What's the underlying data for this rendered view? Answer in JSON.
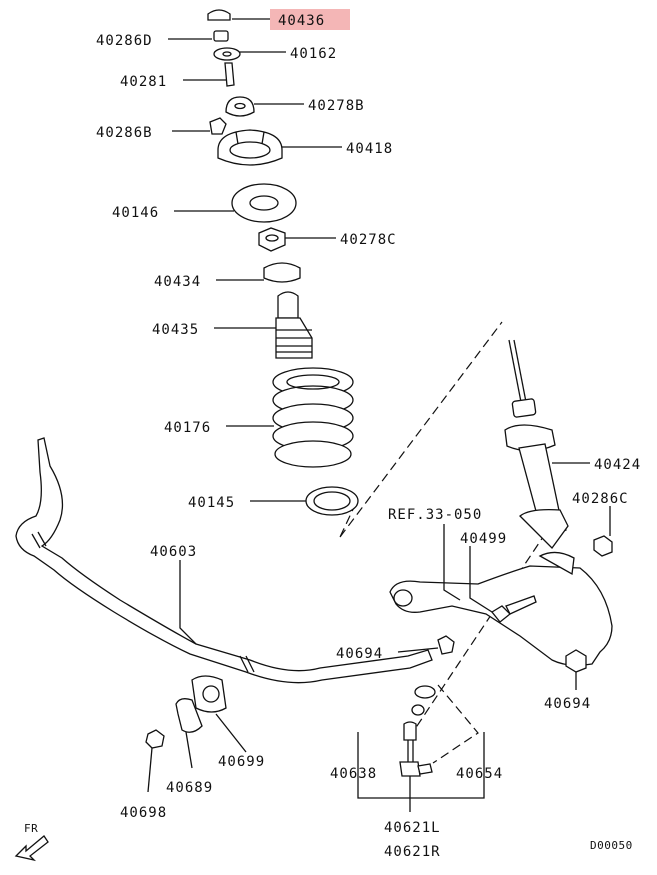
{
  "diagram": {
    "highlight_color": "#f4b6b6",
    "labels": {
      "p40436": "40436",
      "p40286D": "40286D",
      "p40162": "40162",
      "p40281": "40281",
      "p40278B": "40278B",
      "p40286B": "40286B",
      "p40418": "40418",
      "p40146": "40146",
      "p40278C": "40278C",
      "p40434": "40434",
      "p40435": "40435",
      "p40176": "40176",
      "p40145": "40145",
      "p40603": "40603",
      "p40424": "40424",
      "p40286C": "40286C",
      "ref": "REF.33-050",
      "p40499": "40499",
      "p40694_left": "40694",
      "p40694_right": "40694",
      "p40699": "40699",
      "p40689": "40689",
      "p40698": "40698",
      "p40638": "40638",
      "p40654": "40654",
      "p40621L": "40621L",
      "p40621R": "40621R",
      "fr": "FR",
      "diagram_id": "D00050"
    }
  }
}
